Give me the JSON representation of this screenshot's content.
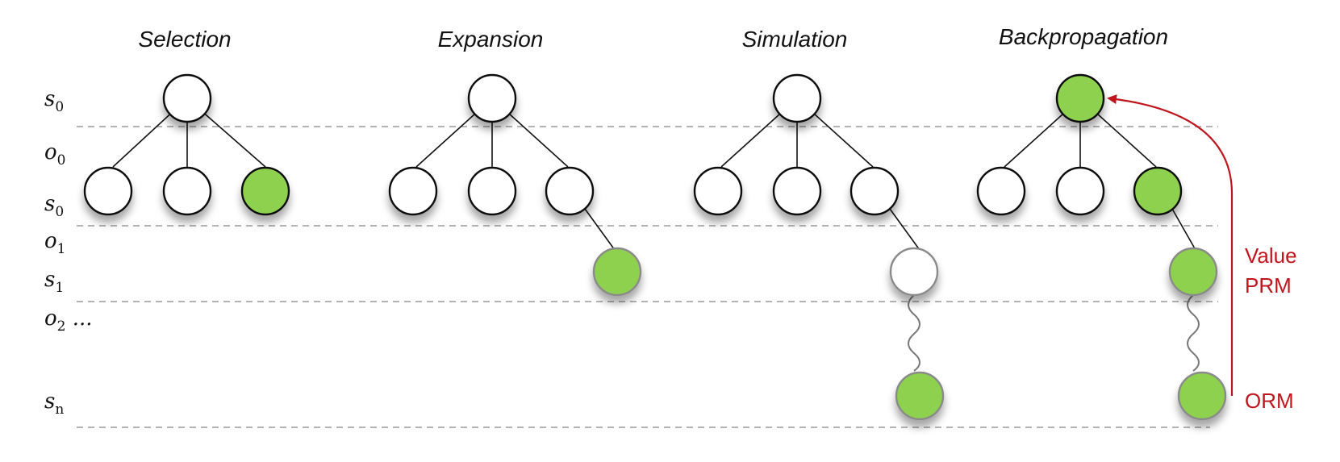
{
  "phases": [
    {
      "title": "Selection"
    },
    {
      "title": "Expansion"
    },
    {
      "title": "Simulation"
    },
    {
      "title": "Backpropagation"
    }
  ],
  "row_labels": [
    {
      "base": "s",
      "sub": "0"
    },
    {
      "base": "o",
      "sub": "0"
    },
    {
      "base": "s",
      "sub": "0"
    },
    {
      "base": "o",
      "sub": "1"
    },
    {
      "base": "s",
      "sub": "1"
    },
    {
      "base": "o",
      "sub": "2",
      "suffix": " ..."
    },
    {
      "base": "s",
      "sub": "n"
    }
  ],
  "annotations": {
    "value": "Value",
    "prm": "PRM",
    "orm": "ORM"
  },
  "colors": {
    "node_fill_green": "#8dd14f",
    "node_fill_white": "#ffffff",
    "accent_red": "#c0141c",
    "dashed_line": "#9a9a9a"
  }
}
